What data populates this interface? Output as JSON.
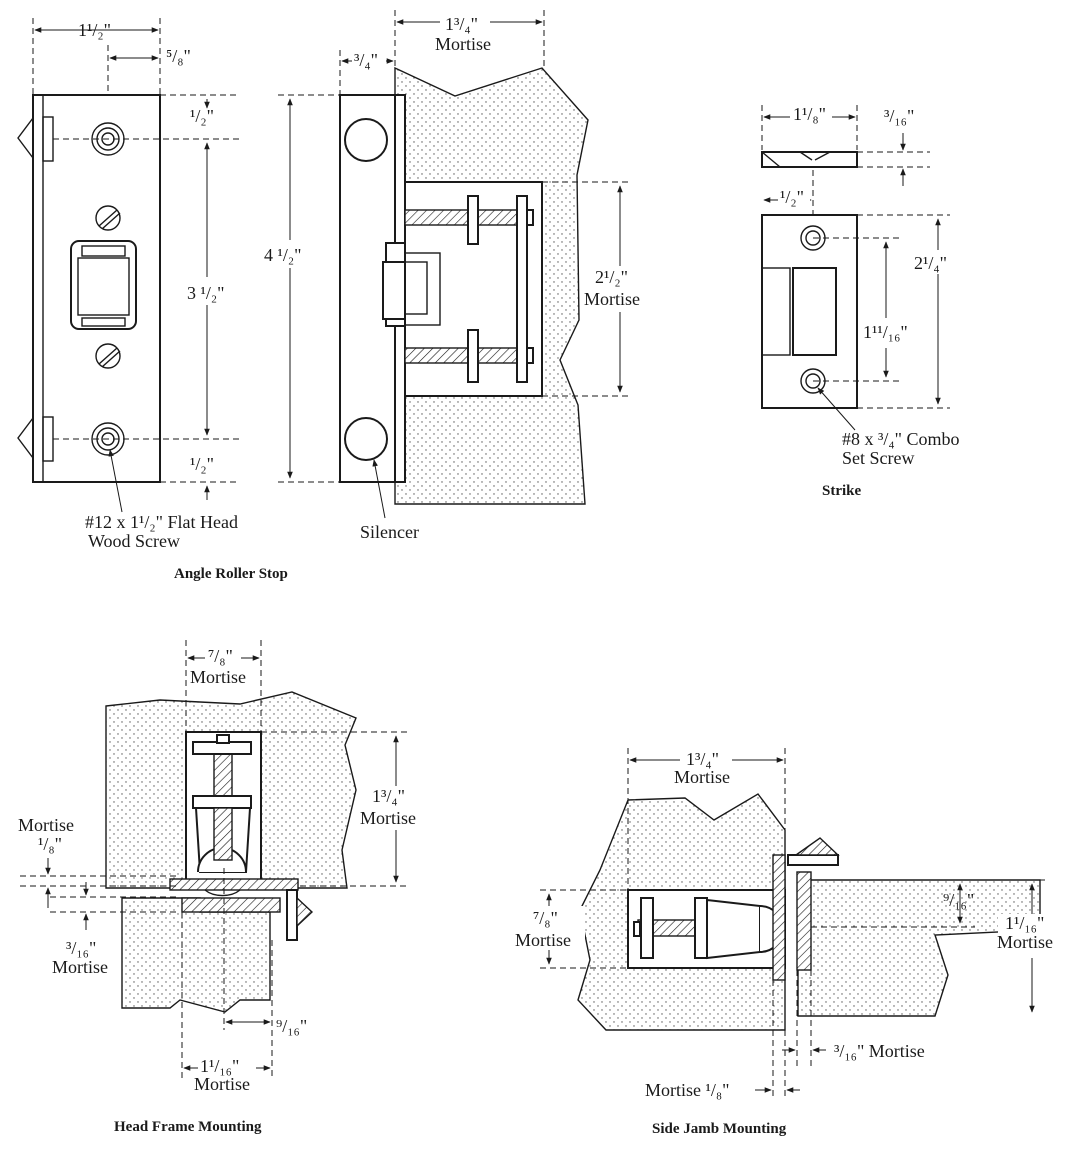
{
  "labels": {
    "d_1_1_2": "1¹/₂\"",
    "d_5_8": "⁵/₈\"",
    "d_1_2_top": "¹/₂\"",
    "d_3_1_2": "3 ¹/₂\"",
    "d_1_2_bottom": "¹/₂\"",
    "d_4_1_2": "4 ¹/₂\"",
    "d_3_4": "³/₄\"",
    "d_1_3_4_top": "1³/₄\"",
    "mortise_top": "Mortise",
    "d_2_1_2": "2¹/₂\"",
    "mortise_mid": "Mortise",
    "screw_callout_1": "#12 x 1¹/₂\" Flat Head",
    "screw_callout_2": "Wood Screw",
    "silencer": "Silencer",
    "strike_1_1_8": "1¹/₈\"",
    "strike_3_16": "³/₁₆\"",
    "strike_1_2": "¹/₂\"",
    "strike_2_1_4": "2¹/₄\"",
    "strike_1_11_16": "1¹¹/₁₆\"",
    "strike_callout_1": "#8 x ³/₄\" Combo",
    "strike_callout_2": "Set Screw",
    "hf_7_8": "⁷/₈\"",
    "hf_mortise_top": "Mortise",
    "hf_1_3_4": "1³/₄\"",
    "hf_mortise_right": "Mortise",
    "hf_mortise_left": "Mortise",
    "hf_1_8": "¹/₈\"",
    "hf_3_16": "³/₁₆\"",
    "hf_mortise_lower": "Mortise",
    "hf_9_16": "⁹/₁₆\"",
    "hf_1_1_16": "1¹/₁₆\"",
    "hf_mortise_bottom": "Mortise",
    "sj_1_3_4": "1³/₄\"",
    "sj_mortise_top": "Mortise",
    "sj_9_16": "⁹/₁₆\"",
    "sj_1_1_16": "1¹/₁₆\"",
    "sj_mortise_right": "Mortise",
    "sj_7_8": "⁷/₈\"",
    "sj_mortise_left": "Mortise",
    "sj_3_16_mortise": "³/₁₆\" Mortise",
    "sj_mortise_1_8": "Mortise ¹/₈\""
  },
  "captions": {
    "angle_roller_stop": "Angle Roller Stop",
    "strike": "Strike",
    "head_frame_mounting": "Head Frame Mounting",
    "side_jamb_mounting": "Side Jamb Mounting"
  }
}
